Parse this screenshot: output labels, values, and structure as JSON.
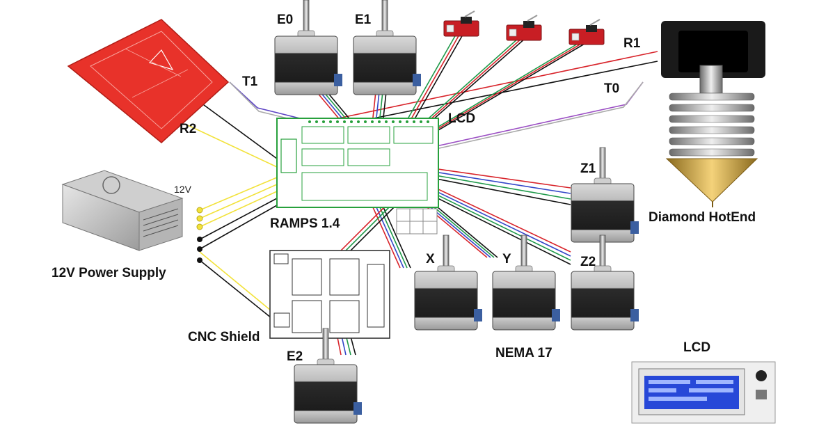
{
  "labels": {
    "e0": "E0",
    "e1": "E1",
    "r1": "R1",
    "t1": "T1",
    "t0": "T0",
    "r2": "R2",
    "lcd_top": "LCD",
    "v12": "12V",
    "psu": "12V Power Supply",
    "ramps": "RAMPS 1.4",
    "z1": "Z1",
    "hotend": "Diamond HotEnd",
    "x": "X",
    "y": "Y",
    "z2": "Z2",
    "cnc": "CNC Shield",
    "nema": "NEMA 17",
    "e2": "E2",
    "lcd_bottom": "LCD"
  },
  "colors": {
    "heatbed": "#e8322a",
    "pcb_line": "#27a03c",
    "wire_red": "#d8232a",
    "wire_black": "#111111",
    "wire_yellow": "#f2e23a",
    "wire_blue": "#3346c8",
    "wire_green": "#1f9a4a",
    "wire_purple": "#9b4fc4",
    "lcd_screen": "#2748d8"
  }
}
